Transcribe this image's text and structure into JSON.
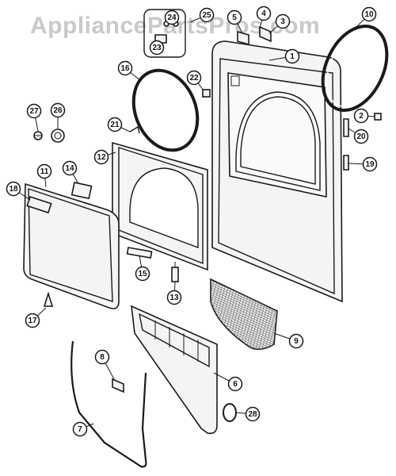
{
  "watermark": "AppliancePartsPros.com",
  "callouts": [
    {
      "id": "c1",
      "label": "1"
    },
    {
      "id": "c2",
      "label": "2"
    },
    {
      "id": "c3",
      "label": "3"
    },
    {
      "id": "c4",
      "label": "4"
    },
    {
      "id": "c5",
      "label": "5"
    },
    {
      "id": "c6",
      "label": "6"
    },
    {
      "id": "c7",
      "label": "7"
    },
    {
      "id": "c8",
      "label": "8"
    },
    {
      "id": "c9",
      "label": "9"
    },
    {
      "id": "c10",
      "label": "10"
    },
    {
      "id": "c11",
      "label": "11"
    },
    {
      "id": "c12",
      "label": "12"
    },
    {
      "id": "c13",
      "label": "13"
    },
    {
      "id": "c14",
      "label": "14"
    },
    {
      "id": "c15",
      "label": "15"
    },
    {
      "id": "c16",
      "label": "16"
    },
    {
      "id": "c17",
      "label": "17"
    },
    {
      "id": "c18",
      "label": "18"
    },
    {
      "id": "c19",
      "label": "19"
    },
    {
      "id": "c20",
      "label": "20"
    },
    {
      "id": "c21",
      "label": "21"
    },
    {
      "id": "c22",
      "label": "22"
    },
    {
      "id": "c23",
      "label": "23"
    },
    {
      "id": "c24",
      "label": "24"
    },
    {
      "id": "c26",
      "label": "26"
    },
    {
      "id": "c27",
      "label": "27"
    },
    {
      "id": "c28",
      "label": "28"
    },
    {
      "id": "c25",
      "label": "25"
    }
  ]
}
